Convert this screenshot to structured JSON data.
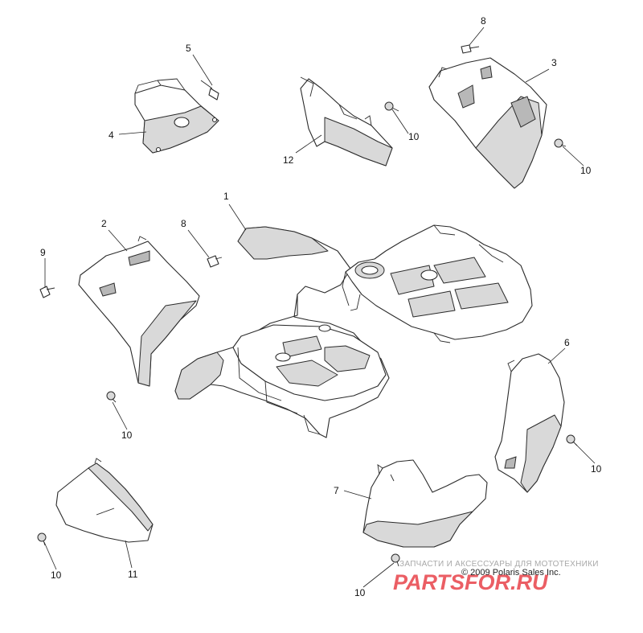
{
  "diagram": {
    "callouts": [
      {
        "id": "c1",
        "label": "1"
      },
      {
        "id": "c2",
        "label": "2"
      },
      {
        "id": "c3",
        "label": "3"
      },
      {
        "id": "c4",
        "label": "4"
      },
      {
        "id": "c5",
        "label": "5"
      },
      {
        "id": "c6",
        "label": "6"
      },
      {
        "id": "c7",
        "label": "7"
      },
      {
        "id": "c8a",
        "label": "8"
      },
      {
        "id": "c8b",
        "label": "8"
      },
      {
        "id": "c9",
        "label": "9"
      },
      {
        "id": "c10a",
        "label": "10"
      },
      {
        "id": "c10b",
        "label": "10"
      },
      {
        "id": "c10c",
        "label": "10"
      },
      {
        "id": "c10d",
        "label": "10"
      },
      {
        "id": "c10e",
        "label": "10"
      },
      {
        "id": "c10f",
        "label": "10"
      },
      {
        "id": "c11",
        "label": "11"
      },
      {
        "id": "c12",
        "label": "12"
      }
    ],
    "copyright": "© 2009 Polaris Sales Inc.",
    "watermark": {
      "tagline": "ЗАПЧАСТИ И АКСЕССУАРЫ ДЛЯ МОТОТЕХНИКИ",
      "logo": "PARTSFOR.RU",
      "logo_color": "#e8424a"
    }
  }
}
